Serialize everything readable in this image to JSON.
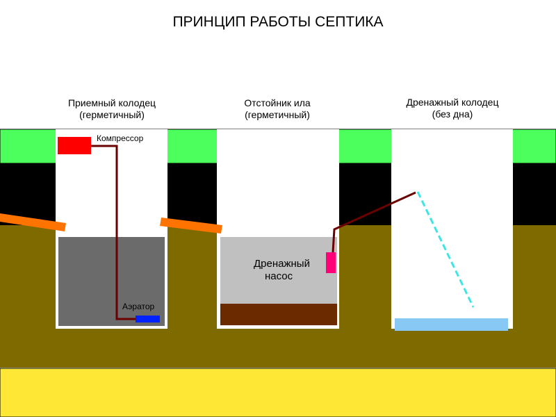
{
  "title": "ПРИНЦИП РАБОТЫ СЕПТИКА",
  "tanks": [
    {
      "line1": "Приемный колодец",
      "line2": "(герметичный)"
    },
    {
      "line1": "Отстойник ила",
      "line2": "(герметичный)"
    },
    {
      "line1": "Дренажный колодец",
      "line2": "(без дна)"
    }
  ],
  "components": {
    "compressor": "Компрессор",
    "aerator": "Аэратор",
    "pump_line1": "Дренажный",
    "pump_line2": "насос"
  },
  "colors": {
    "grass": "#4cff5c",
    "black_soil": "#000000",
    "brown_soil": "#7f6a00",
    "sand": "#ffe835",
    "pipe": "#ff7400",
    "air_line": "#6b0000",
    "compressor": "#ff0000",
    "aerator": "#0022ff",
    "pump": "#ff0078",
    "sludge_water": "#6b6b6b",
    "settler_water": "#c0c0c0",
    "silt": "#6b2a00",
    "drain_bottom": "#87c8f5",
    "drain_flow": "#3ce6e6"
  }
}
